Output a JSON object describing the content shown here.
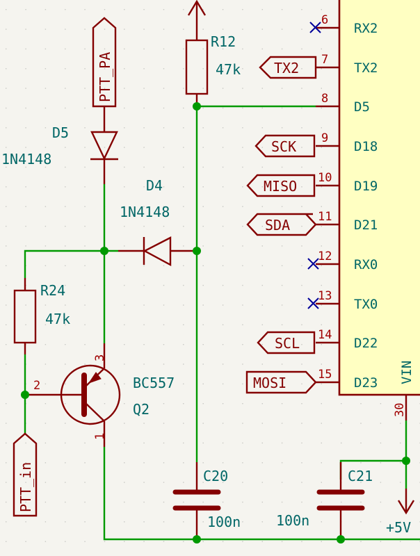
{
  "colors": {
    "background": "#f5f4ef",
    "wire": "#009900",
    "component": "#840000",
    "pin_number": "#a00000",
    "reference_text": "#006666",
    "no_connect": "#000099",
    "ic_body_fill": "#ffffc2"
  },
  "components": {
    "R12": {
      "ref": "R12",
      "value": "47k"
    },
    "R24": {
      "ref": "R24",
      "value": "47k"
    },
    "D5": {
      "ref": "D5",
      "value": "1N4148"
    },
    "D4": {
      "ref": "D4",
      "value": "1N4148"
    },
    "Q2": {
      "ref": "Q2",
      "value": "BC557",
      "pins": {
        "base": "2",
        "emitter": "3",
        "collector": "1"
      }
    },
    "C20": {
      "ref": "C20",
      "value": "100n"
    },
    "C21": {
      "ref": "C21",
      "value": "100n"
    }
  },
  "global_labels": {
    "ptt_pa": "PTT_PA",
    "ptt_in": "PTT_in",
    "tx2": "TX2",
    "sck": "SCK",
    "miso": "MISO",
    "sda": "SDA",
    "scl": "SCL",
    "mosi": "MOSI"
  },
  "power": {
    "plus5v": "+5V"
  },
  "ic_pins": [
    {
      "num": "6",
      "name": "RX2",
      "connection": "no-connect"
    },
    {
      "num": "7",
      "name": "TX2",
      "connection": "TX2"
    },
    {
      "num": "8",
      "name": "D5",
      "connection": "wire"
    },
    {
      "num": "9",
      "name": "D18",
      "connection": "SCK"
    },
    {
      "num": "10",
      "name": "D19",
      "connection": "MISO"
    },
    {
      "num": "11",
      "name": "D21",
      "connection": "SDA"
    },
    {
      "num": "12",
      "name": "RX0",
      "connection": "no-connect"
    },
    {
      "num": "13",
      "name": "TX0",
      "connection": "no-connect"
    },
    {
      "num": "14",
      "name": "D22",
      "connection": "SCL"
    },
    {
      "num": "15",
      "name": "D23",
      "connection": "MOSI"
    }
  ],
  "ic_bottom_pin": {
    "num": "30",
    "name": "VIN"
  }
}
